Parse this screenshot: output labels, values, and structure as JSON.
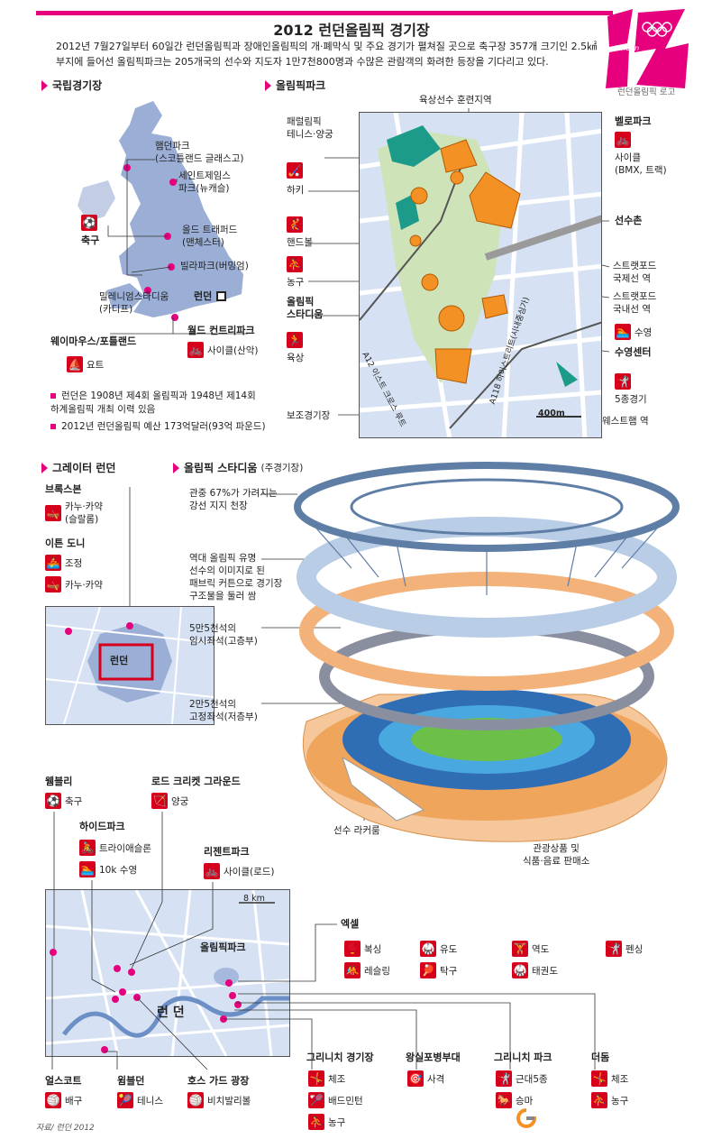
{
  "title": "2012 런던올림픽 경기장",
  "intro": "2012년 7월27일부터 60일간 런던올림픽과 장애인올림픽의 개·폐막식 및 주요 경기가 펼쳐질 곳으로 축구장 357개 크기인 2.5㎢ 부지에 들어선 올림픽파크는 205개국의 선수와 지도자 1만7천800명과 수많은 관람객의 화려한 등장을 기다리고 있다.",
  "logo": {
    "text": "london",
    "caption": "런던올림픽 로고"
  },
  "national": {
    "heading": "국립경기장",
    "labels": {
      "hampden": "햄던파크\n(스코틀랜드 글래스고)",
      "stjames": "세인트제임스\n파크(뉴캐슬)",
      "football": "축구",
      "oldtrafford": "올드 트래퍼드\n(맨체스터)",
      "villa": "빌라파크(버밍엄)",
      "millennium": "밀레니엄스타디움\n(카디프)",
      "london": "런던",
      "weymouth": "웨이마우스/포틀랜드",
      "yacht": "요트",
      "worldcountry": "월드 컨트리파크",
      "cycling_mtb": "사이클(산악)"
    },
    "notes": [
      "런던은 1908년 제4회 올림픽과 1948년 제14회\n하계올림픽 개최 이력 있음",
      "2012년 런던올림픽 예산 173억달러(93억 파운드)"
    ]
  },
  "park": {
    "heading": "올림픽파크",
    "labels": {
      "training": "육상선수 훈련지역",
      "paralympic_tennis": "패럴림픽\n테니스·양궁",
      "hockey": "하키",
      "handball": "핸드볼",
      "basketball": "농구",
      "stadium": "올림픽\n스타디움",
      "athletics": "육상",
      "warmup": "보조경기장",
      "velopark": "벨로파크",
      "cycling_bmx": "사이클\n(BMX, 트랙)",
      "village": "선수촌",
      "stratford_intl": "스트랫포드\n국제선 역",
      "stratford_dom": "스트랫포드\n국내선 역",
      "swimming": "수영",
      "aquatics": "수영센터",
      "pentathlon": "5종경기",
      "westham": "웨스트햄 역",
      "road1": "A12 이스트 크로스 루트",
      "road2": "A118 하이스트리트(시내중심가)",
      "scale": "400m"
    }
  },
  "greater": {
    "heading": "그레이터 런던",
    "broxbourne": "브록스본",
    "canoe_slalom": "카누·카약\n(슬랄롬)",
    "eton": "이튼 도니",
    "rowing": "조정",
    "canoe": "카누·카약",
    "london": "런던"
  },
  "stadium": {
    "heading": "올림픽 스타디움",
    "heading_sub": "(주경기장)",
    "labels": {
      "roof": "관중 67%가 가려지는\n강선 지지 천장",
      "wrap": "역대 올림픽 유명\n선수의 이미지로 된\n패브릭 커튼으로 경기장\n구조물을 둘러 쌈",
      "upper": "5만5천석의\n임시좌석(고층부)",
      "lower": "2만5천석의\n고정좌석(저층부)",
      "lockers": "선수 라커룸",
      "shops": "관광상품 및\n식품·음료 판매소"
    }
  },
  "london_map": {
    "wembley": "웸블리",
    "football": "축구",
    "lords": "로드 크리켓 그라운드",
    "archery": "양궁",
    "hydepark": "하이드파크",
    "triathlon": "트라이애슬론",
    "swim10k": "10k 수영",
    "regent": "리젠트파크",
    "road_cycling": "사이클(로드)",
    "scale": "8 km",
    "olympicpark": "올림픽파크",
    "london": "런 던",
    "excel": "엑셀",
    "excel_sports": [
      "복싱",
      "유도",
      "역도",
      "펜싱",
      "레슬링",
      "탁구",
      "태권도"
    ],
    "earls": "얼스코트",
    "volleyball": "배구",
    "wimbledon": "윔블던",
    "tennis": "테니스",
    "horseguards": "호스 가드 광장",
    "beach": "비치발리볼",
    "greenwich_arena": "그리니치 경기장",
    "ga_sports": [
      "체조",
      "배드민턴",
      "농구"
    ],
    "artillery": "왕실포병부대",
    "shooting": "사격",
    "greenwich_park": "그리니치 파크",
    "gp_sports": [
      "근대5종",
      "승마"
    ],
    "dome": "더돔",
    "dome_sports": [
      "체조",
      "농구"
    ]
  },
  "source": "자료/ 런던 2012"
}
